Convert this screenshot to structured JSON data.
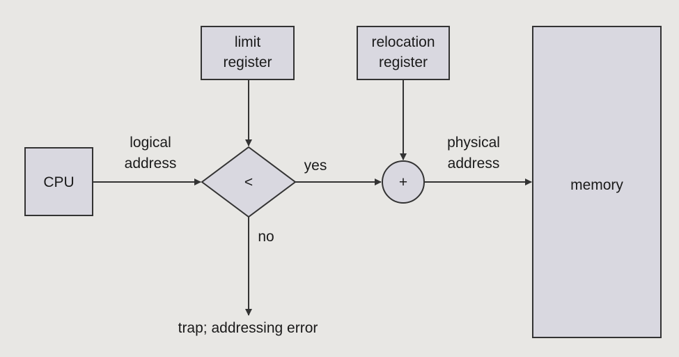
{
  "colors": {
    "background": "#e8e7e4",
    "box_fill": "#d9d8e0",
    "stroke": "#333333",
    "text": "#1a1a1a"
  },
  "nodes": {
    "cpu": "CPU",
    "limit_register": [
      "limit",
      "register"
    ],
    "relocation_register": [
      "relocation",
      "register"
    ],
    "compare_symbol": "<",
    "adder_symbol": "+",
    "memory": "memory"
  },
  "edge_labels": {
    "logical_address": [
      "logical",
      "address"
    ],
    "yes": "yes",
    "no": "no",
    "physical_address": [
      "physical",
      "address"
    ],
    "trap": "trap; addressing error"
  }
}
